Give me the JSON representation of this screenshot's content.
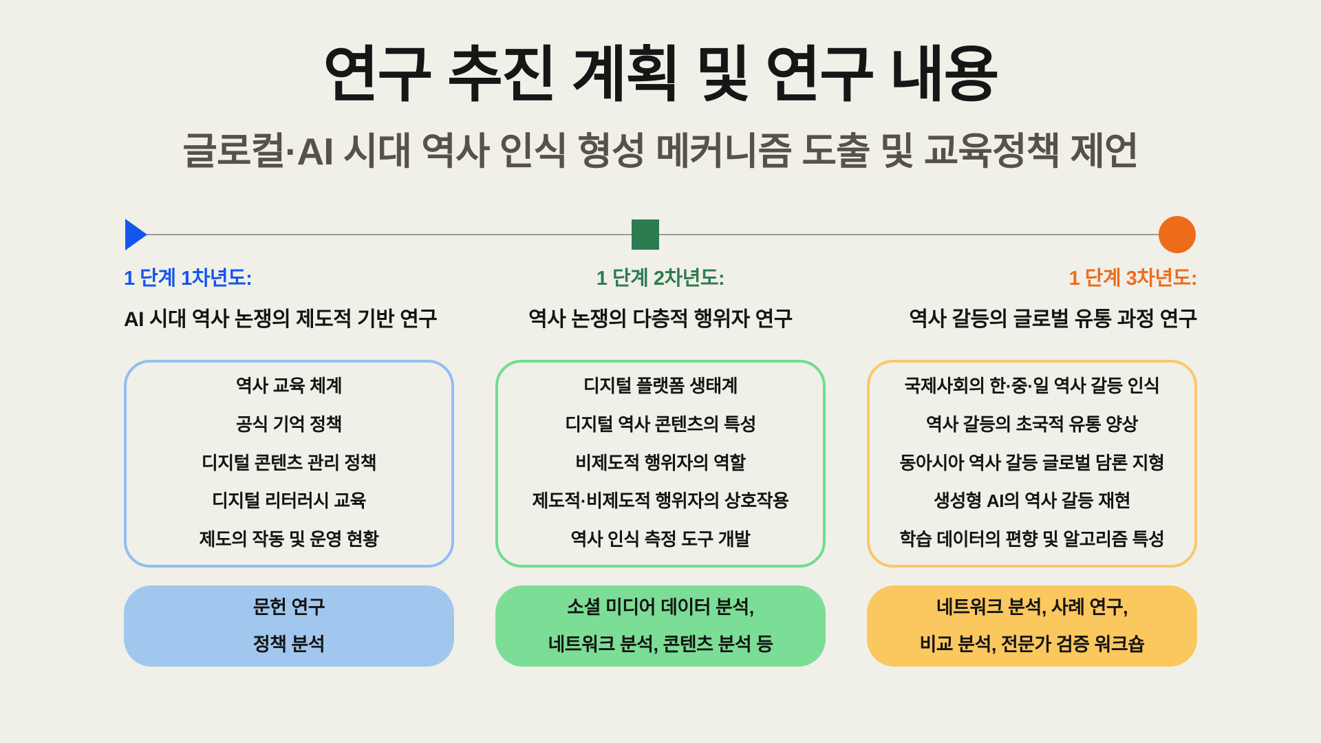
{
  "slide": {
    "title": "연구 추진 계획 및 연구 내용",
    "subtitle": "글로컬·AI 시대 역사 인식 형성 메커니즘 도출 및 교육정책 제언"
  },
  "colors": {
    "background": "#F1F0E8",
    "title_text": "#161616",
    "subtitle_text": "#56514C",
    "timeline_line": "#9B9B95"
  },
  "phases": [
    {
      "stage_label": "1 단계 1차년도:",
      "heading": "AI 시대 역사 논쟁의 제도적 기반 연구",
      "marker": "triangle",
      "colors": {
        "accent": "#1555EE",
        "box_border": "#92BEF2",
        "method_fill": "#A2C7EF"
      },
      "topics": [
        "역사 교육 체계",
        "공식 기억 정책",
        "디지털 콘텐츠 관리 정책",
        "디지털 리터러시 교육",
        "제도의 작동 및 운영 현황"
      ],
      "method_lines": [
        "문헌 연구",
        "정책 분석"
      ]
    },
    {
      "stage_label": "1 단계 2차년도:",
      "heading": "역사 논쟁의 다층적 행위자 연구",
      "marker": "square",
      "colors": {
        "accent": "#2D7B50",
        "box_border": "#70DC8F",
        "method_fill": "#7CDE96"
      },
      "topics": [
        "디지털 플랫폼 생태계",
        "디지털 역사 콘텐츠의 특성",
        "비제도적 행위자의 역할",
        "제도적·비제도적 행위자의 상호작용",
        "역사 인식 측정 도구 개발"
      ],
      "method_lines": [
        "소셜 미디어 데이터 분석,",
        "네트워크 분석, 콘텐츠 분석 등"
      ]
    },
    {
      "stage_label": "1 단계 3차년도:",
      "heading": "역사 갈등의 글로벌 유통 과정 연구",
      "marker": "circle",
      "colors": {
        "accent": "#ED6C1C",
        "box_border": "#F9C869",
        "method_fill": "#FBC75F"
      },
      "topics": [
        "국제사회의 한·중·일 역사 갈등 인식",
        "역사 갈등의 초국적 유통 양상",
        "동아시아 역사 갈등 글로벌 담론 지형",
        "생성형 AI의 역사 갈등 재현",
        "학습 데이터의 편향 및 알고리즘 특성"
      ],
      "method_lines": [
        "네트워크 분석, 사례 연구,",
        "비교 분석, 전문가 검증 워크숍"
      ]
    }
  ]
}
